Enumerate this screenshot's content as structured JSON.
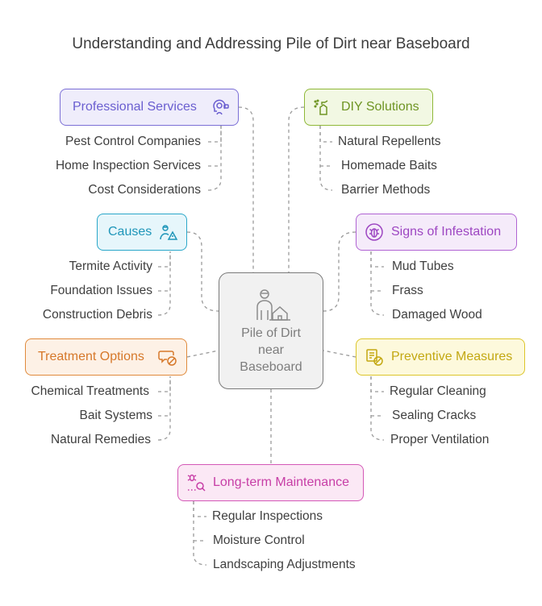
{
  "title": "Understanding and Addressing Pile of Dirt near Baseboard",
  "center": {
    "lines": [
      "Pile of Dirt",
      "near",
      "Baseboard"
    ],
    "icon": "person-house-icon"
  },
  "professional": {
    "label": "Professional Services",
    "icon": "consultant-icon",
    "color": "#7b6fd6",
    "items": [
      "Pest Control Companies",
      "Home Inspection Services",
      "Cost Considerations"
    ]
  },
  "diy": {
    "label": "DIY Solutions",
    "icon": "spray-bottle-icon",
    "color": "#7ea42c",
    "items": [
      "Natural Repellents",
      "Homemade Baits",
      "Barrier Methods"
    ]
  },
  "causes": {
    "label": "Causes",
    "icon": "worker-warning-icon",
    "color": "#2aa7c9",
    "items": [
      "Termite Activity",
      "Foundation Issues",
      "Construction Debris"
    ]
  },
  "signs": {
    "label": "Signs of Infestation",
    "icon": "bug-search-icon",
    "color": "#a656c9",
    "items": [
      "Mud Tubes",
      "Frass",
      "Damaged Wood"
    ]
  },
  "treatment": {
    "label": "Treatment Options",
    "icon": "chat-prohibited-icon",
    "color": "#e08a3c",
    "items": [
      "Chemical Treatments",
      "Bait Systems",
      "Natural Remedies"
    ]
  },
  "preventive": {
    "label": "Preventive Measures",
    "icon": "shield-block-icon",
    "color": "#c9b21f",
    "items": [
      "Regular Cleaning",
      "Sealing Cracks",
      "Proper Ventilation"
    ]
  },
  "longterm": {
    "label": "Long-term Maintenance",
    "icon": "bug-magnifier-icon",
    "color": "#d04bb0",
    "items": [
      "Regular Inspections",
      "Moisture Control",
      "Landscaping Adjustments"
    ]
  }
}
